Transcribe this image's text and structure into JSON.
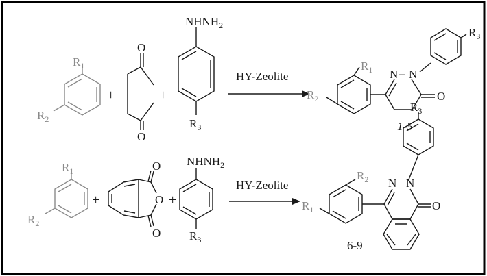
{
  "reaction_1": {
    "reactant_1": {
      "sub_top": "1",
      "sub_left": "2"
    },
    "plus_1": "+",
    "plus_2": "+",
    "hydrazine_label": "NHNH",
    "hydrazine_sub": "2",
    "anhydride_o_top": "O",
    "anhydride_o_bottom": "O",
    "phenyl_r3_sub": "3",
    "catalyst": "HY-Zeolite",
    "product": {
      "r3_sub": "3",
      "r1_sub": "1",
      "r2_sub": "2",
      "n_left": "N",
      "dash": "–",
      "n_right": "N",
      "carbonyl_o": "O",
      "compound_label": "1-5"
    }
  },
  "reaction_2": {
    "reactant_1": {
      "sub_top": "1",
      "sub_left": "2"
    },
    "plus_1": "+",
    "plus_2": "+",
    "hydrazine_label": "NHNH",
    "hydrazine_sub": "2",
    "anhydride_o_top": "O",
    "anhydride_o_mid": "O",
    "anhydride_o_bottom": "O",
    "phenyl_r3_sub": "3",
    "catalyst": "HY-Zeolite",
    "product": {
      "r3_sub": "3",
      "r2_sub": "2",
      "r1_sub": "1",
      "n_left": "N",
      "n_right": "N",
      "carbonyl_o": "O",
      "compound_label": "6-9"
    }
  },
  "r_letter": "R",
  "colors": {
    "border": "#000000",
    "reactant": "#8a8a8a",
    "ink": "#1a1a1a"
  }
}
